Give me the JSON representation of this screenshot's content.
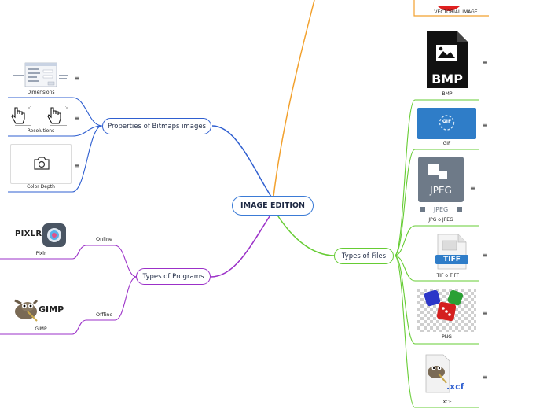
{
  "root": {
    "label": "IMAGE EDITION"
  },
  "branches": {
    "properties": {
      "label": "Properties of Bitmaps images",
      "color": "#2f5fd0"
    },
    "programs": {
      "label": "Types of Programs",
      "color": "#9b30c8"
    },
    "files": {
      "label": "Types of Files",
      "color": "#66cc33"
    },
    "vectorial": {
      "color": "#f2a12e"
    }
  },
  "properties_items": [
    {
      "caption": "Dimensions",
      "icon": "dialog-screenshot-icon"
    },
    {
      "caption": "Resolutions",
      "icon": "hand-cursor-icon"
    },
    {
      "caption": "Color Depth",
      "icon": "camera-icon"
    }
  ],
  "programs_items": [
    {
      "label": "Online",
      "caption": "Pixlr",
      "logo_text": "PIXLR"
    },
    {
      "label": "Offline",
      "caption": "GIMP",
      "logo_text": "GIMP"
    }
  ],
  "files_items": [
    {
      "caption": "VECTORIAL IMAGE"
    },
    {
      "caption": "BMP",
      "badge": "BMP"
    },
    {
      "caption": "GIF",
      "badge": "GIF"
    },
    {
      "caption": "JPG o JPEG",
      "badge": "JPEG",
      "sub": "JPEG"
    },
    {
      "caption": "TIF o TIFF",
      "badge": "TIFF"
    },
    {
      "caption": "PNG"
    },
    {
      "caption": "XCF",
      "badge": ".xcf"
    }
  ],
  "menu_glyph": "≡"
}
